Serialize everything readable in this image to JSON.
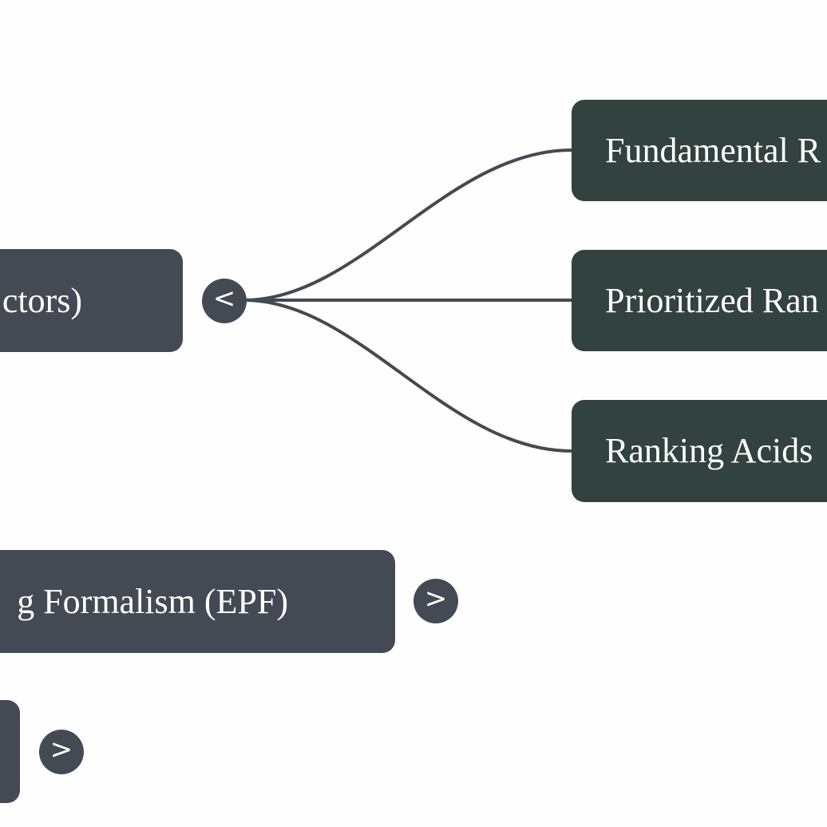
{
  "colors": {
    "parent_node": "#434a53",
    "child_node": "#32423e",
    "connector": "#434a53",
    "background": "#fefefe",
    "text": "#ffffff"
  },
  "nodes": {
    "selected_parent": {
      "label": "ctors)",
      "toggle": "<",
      "toggle_icon": "collapse-icon"
    },
    "epf": {
      "label": "g Formalism (EPF)",
      "toggle": ">",
      "toggle_icon": "expand-icon"
    },
    "bottom": {
      "label": "",
      "toggle": ">",
      "toggle_icon": "expand-icon"
    }
  },
  "children": [
    {
      "label": "Fundamental R"
    },
    {
      "label": "Prioritized Ran"
    },
    {
      "label": "Ranking Acids"
    }
  ]
}
